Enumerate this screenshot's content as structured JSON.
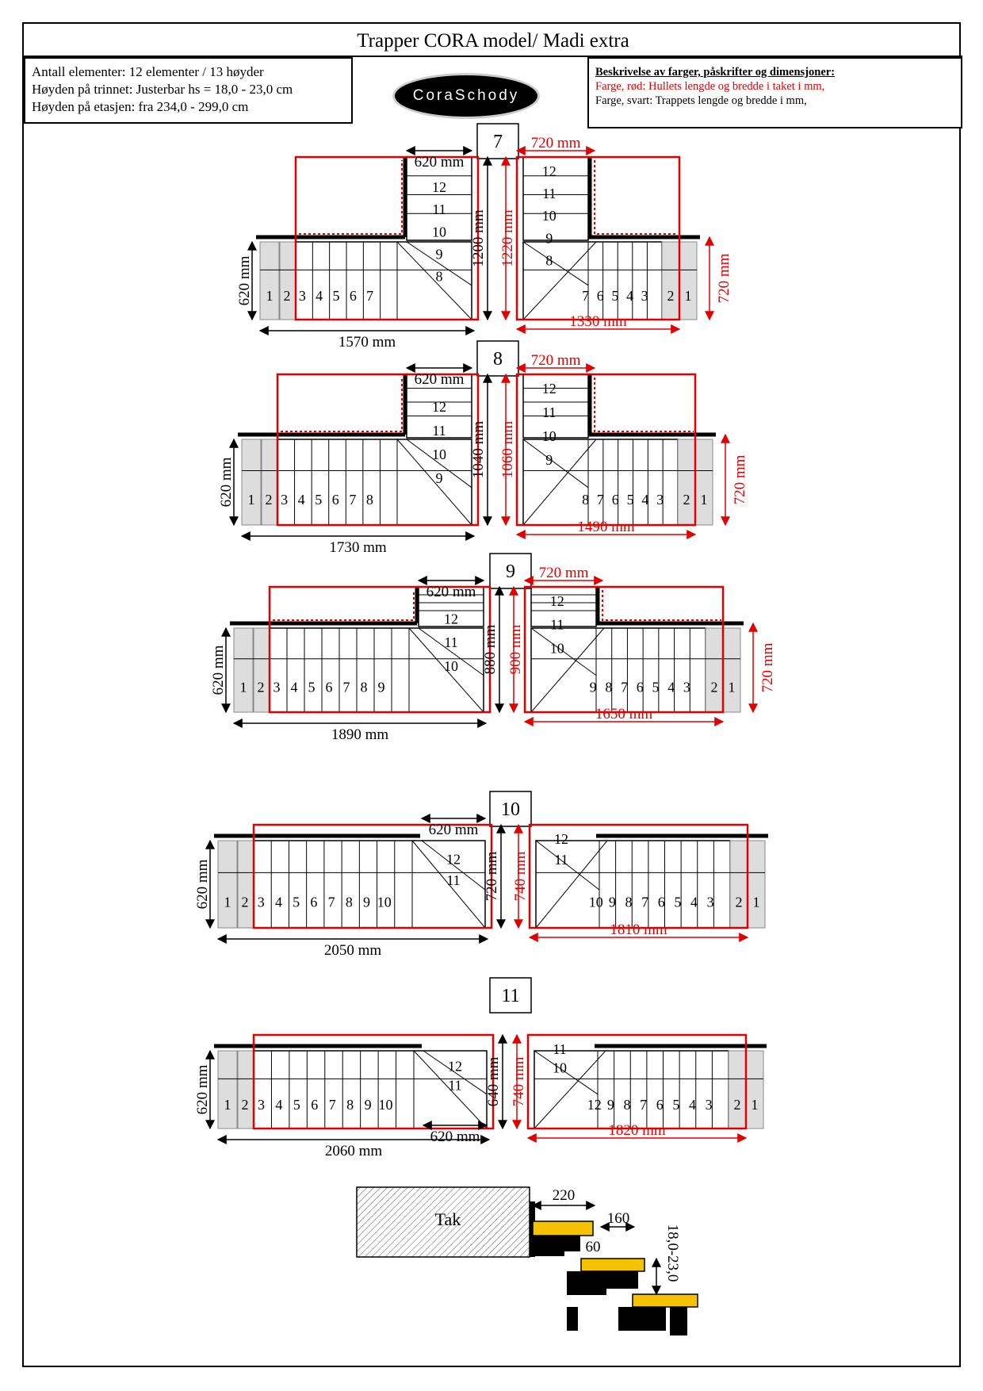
{
  "title": "Trapper CORA model/ Madi extra",
  "info": {
    "line1": "Antall elementer: 12 elementer / 13 høyder",
    "line2": "Høyden på trinnet: Justerbar hs = 18,0 - 23,0 cm",
    "line3": "Høyden på etasjen: fra 234,0 - 299,0 cm"
  },
  "logo": "CoraSchody",
  "legend": {
    "heading": "Beskrivelse av farger, påskrifter og dimensjoner:",
    "red": "Farge, rød: Hullets lengde og bredde i taket i mm,",
    "black": "Farge, svart: Trappets lengde og bredde i mm,"
  },
  "colors": {
    "red": "#e00000",
    "black": "#000000",
    "yellow": "#f5c200",
    "gray": "#dddddd"
  },
  "sections": [
    {
      "number": "7",
      "left_length": "1570 mm",
      "left_width": "620 mm",
      "left_top": "620 mm",
      "left_height": "1200 mm",
      "right_height": "1220 mm",
      "right_top": "720 mm",
      "right_width": "720 mm",
      "right_length": "1330 mm",
      "left_steps": [
        "1",
        "2",
        "3",
        "4",
        "5",
        "6",
        "7",
        "8",
        "9",
        "10",
        "11",
        "12"
      ],
      "right_steps": [
        "12",
        "11",
        "10",
        "9",
        "8",
        "7",
        "6",
        "5",
        "4",
        "3",
        "2",
        "1"
      ]
    },
    {
      "number": "8",
      "left_length": "1730 mm",
      "left_width": "620 mm",
      "left_top": "620 mm",
      "left_height": "1040 mm",
      "right_height": "1060 mm",
      "right_top": "720 mm",
      "right_width": "720 mm",
      "right_length": "1490 mm",
      "left_steps": [
        "1",
        "2",
        "3",
        "4",
        "5",
        "6",
        "7",
        "8",
        "9",
        "10",
        "11",
        "12"
      ],
      "right_steps": [
        "12",
        "11",
        "10",
        "9",
        "8",
        "7",
        "6",
        "5",
        "4",
        "3",
        "2",
        "1"
      ]
    },
    {
      "number": "9",
      "left_length": "1890 mm",
      "left_width": "620 mm",
      "left_top": "620 mm",
      "left_height": "880 mm",
      "right_height": "900 mm",
      "right_top": "720 mm",
      "right_width": "720 mm",
      "right_length": "1650 mm",
      "left_steps": [
        "1",
        "2",
        "3",
        "4",
        "5",
        "6",
        "7",
        "8",
        "9",
        "10",
        "11",
        "12"
      ],
      "right_steps": [
        "12",
        "11",
        "10",
        "9",
        "8",
        "7",
        "6",
        "5",
        "4",
        "3",
        "2",
        "1"
      ]
    },
    {
      "number": "10",
      "left_length": "2050 mm",
      "left_width": "620 mm",
      "left_top": "620 mm",
      "left_height": "720 mm",
      "right_height": "740 mm",
      "right_length": "1810 mm",
      "left_steps": [
        "1",
        "2",
        "3",
        "4",
        "5",
        "6",
        "7",
        "8",
        "9",
        "10",
        "11",
        "12"
      ],
      "right_steps": [
        "12",
        "11",
        "10",
        "9",
        "8",
        "7",
        "6",
        "5",
        "4",
        "3",
        "2",
        "1"
      ]
    },
    {
      "number": "11",
      "left_length": "2060 mm",
      "left_width": "620 mm",
      "left_bottom": "620 mm",
      "left_height": "640 mm",
      "right_height": "740 mm",
      "right_length": "1820 mm",
      "left_steps": [
        "1",
        "2",
        "3",
        "4",
        "5",
        "6",
        "7",
        "8",
        "9",
        "10",
        "11",
        "12"
      ],
      "right_steps": [
        "11",
        "10",
        "12",
        "9",
        "8",
        "7",
        "6",
        "5",
        "4",
        "3",
        "2",
        "1"
      ]
    }
  ],
  "profile": {
    "ceiling": "Tak",
    "d1": "220",
    "d2": "160",
    "d3": "60",
    "rise": "18,0-23,0"
  }
}
